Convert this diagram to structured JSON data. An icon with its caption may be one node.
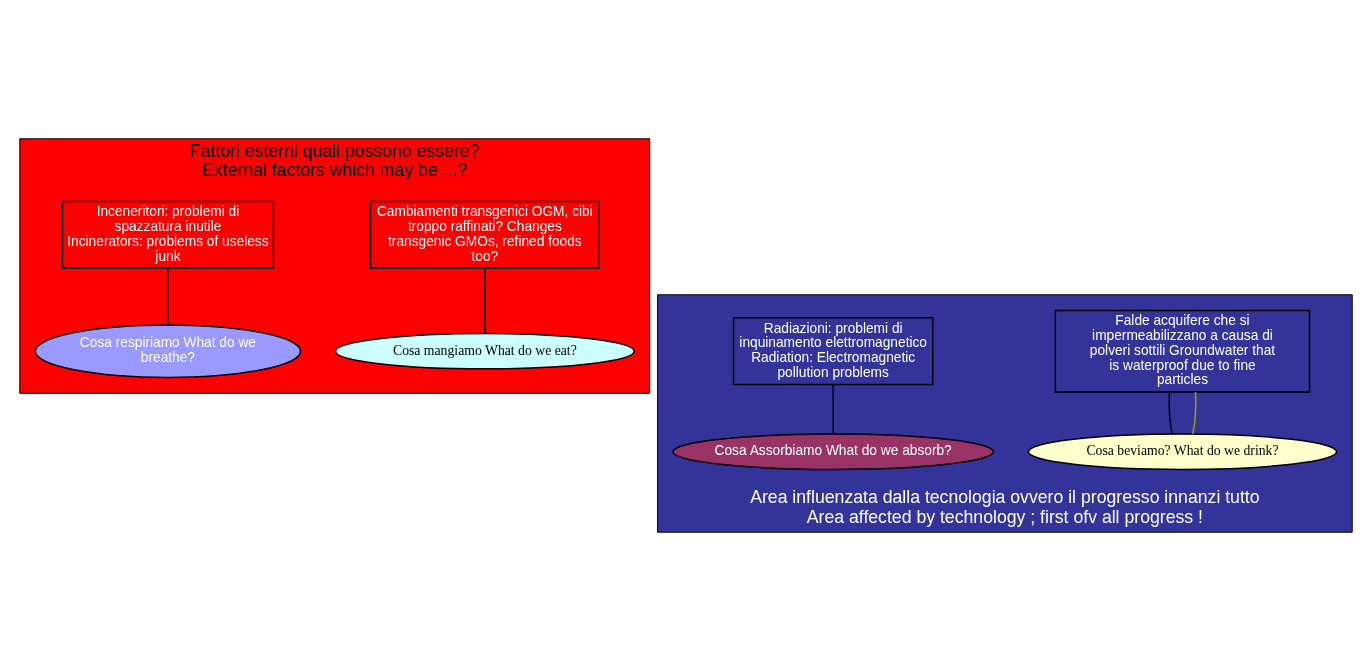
{
  "diagram": {
    "nodes": [
      {
        "text": [
          "Fattori esterni quali possono essere?",
          "External factors which may be ...?"
        ]
      },
      {
        "text": [
          "Cambiamenti transgenici OGM, cibi troppo raffinati? Changes transgenic GMOs, refined foods too?"
        ],
        "in": 0
      },
      {
        "text": [
          "Cosa mangiamo What do we eat?"
        ],
        "in": 0
      },
      {
        "text": [
          "Cosa respiriamo What do we breathe?"
        ],
        "in": 0
      },
      {
        "text": [
          "Inceneritori: problemi di spazzatura inutile",
          "Incinerators: problems of useless junk"
        ],
        "in": 0
      },
      {
        "text": [
          "Area influenzata dalla tecnologia ovvero il progresso innanzi tutto",
          "Area affected by technology ; first ofv all progress !"
        ]
      },
      {
        "text": [
          "Cosa beviamo? What do we drink?"
        ],
        "in": 5
      },
      {
        "text": [
          "Cosa Assorbiamo What do we absorb?"
        ],
        "in": 5
      },
      {
        "text": [
          "Falde acquifere che si impermeabilizzano a causa di polveri sottili Groundwater that is waterproof due to fine particles"
        ],
        "in": 5
      },
      {
        "text": [
          "Radiazioni: problemi di inquinamento elettromagnetico",
          "Radiation: Electromagnetic pollution problems"
        ],
        "in": 5
      }
    ],
    "edges": [
      {
        "from": 1,
        "to": 2,
        "arrow": "none"
      },
      {
        "from": 4,
        "to": 3,
        "arrow": "none"
      },
      {
        "from": 8,
        "to": 6,
        "arrow": "none"
      },
      {
        "from": 8,
        "to": 6,
        "arrow": "none",
        "color": "#a0a000"
      },
      {
        "from": 9,
        "to": 7,
        "arrow": "none"
      }
    ]
  }
}
